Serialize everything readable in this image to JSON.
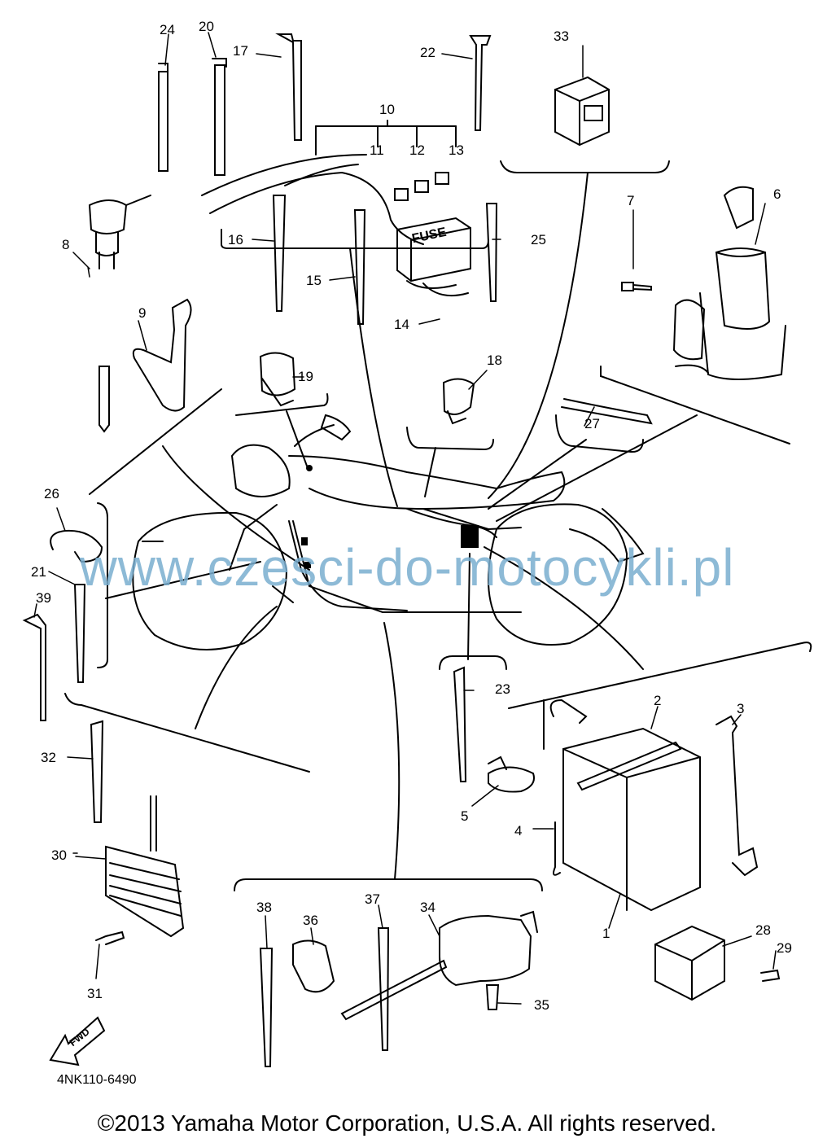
{
  "part_labels": [
    "1",
    "2",
    "3",
    "4",
    "5",
    "6",
    "7",
    "8",
    "9",
    "10",
    "11",
    "12",
    "13",
    "14",
    "15",
    "16",
    "17",
    "18",
    "19",
    "20",
    "21",
    "22",
    "23",
    "24",
    "25",
    "26",
    "27",
    "28",
    "29",
    "30",
    "31",
    "32",
    "33",
    "34",
    "35",
    "36",
    "37",
    "38",
    "39"
  ],
  "fuse_text": "FUSE",
  "fwd_text": "FWD",
  "diagram_code": "4NK110-6490",
  "watermark": "www.czesci-do-motocykli.pl",
  "copyright": "©2013 Yamaha Motor Corporation, U.S.A. All rights reserved."
}
